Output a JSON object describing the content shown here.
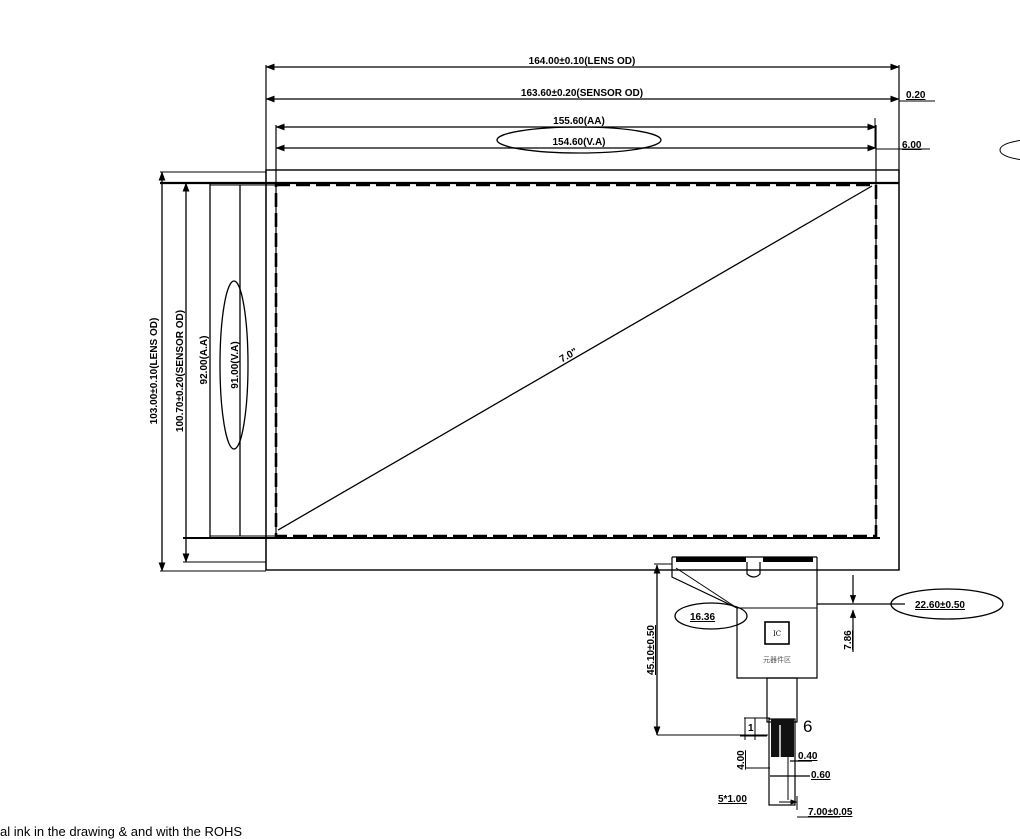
{
  "dimensions": {
    "lens_width": "164.00±0.10(LENS    OD)",
    "sensor_width": "163.60±0.20(SENSOR    OD)",
    "aa_width": "155.60(AA)",
    "va_width": "154.60(V.A)",
    "gap_top": "0.20",
    "gap_side": "6.00",
    "lens_height": "103.00±0.10(LENS    OD)",
    "sensor_height": "100.70±0.20(SENSOR    OD)",
    "aa_height": "92.00(A.A)",
    "va_height": "91.00(V.A)",
    "diagonal": "7.0\"",
    "fpc_offset": "16.36",
    "fpc_position": "22.60±0.50",
    "ic_height": "7.86",
    "fpc_length": "45.10±0.50",
    "pin_count": "6",
    "pin_width": "0.40",
    "pin_gap": "0.60",
    "tail_length": "4.00",
    "pitch": "5*1.00",
    "tail_width": "7.00±0.05"
  },
  "ic_block": {
    "label": "IC",
    "zone_label": "元器件区"
  },
  "footnote": "al ink in the drawing & and with the ROHS"
}
